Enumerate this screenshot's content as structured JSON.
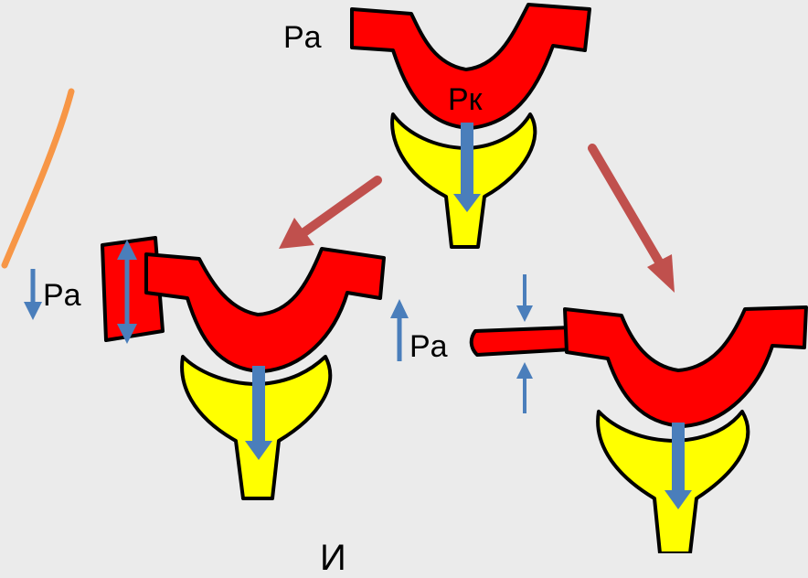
{
  "labels": {
    "top_pa": "Pa",
    "top_pk": "Рк",
    "left_pa": "Pa",
    "right_pa": "Pa",
    "bottom_text": "И"
  },
  "colors": {
    "background": "#ebebeb",
    "vessel_red": "#ff0000",
    "tubule_yellow": "#ffff00",
    "filtration_arrow_blue": "#4a7ebb",
    "pressure_arrow_blue": "#4a7ebb",
    "transition_arrow": "#c0504d",
    "orange_stroke": "#f79646",
    "outline": "#000000"
  },
  "icons": {
    "left_pa_change": "arrow-down-icon",
    "right_pa_change": "arrow-up-icon",
    "dilation": "double-arrow-vertical-icon",
    "constriction": "converging-arrows-icon"
  }
}
